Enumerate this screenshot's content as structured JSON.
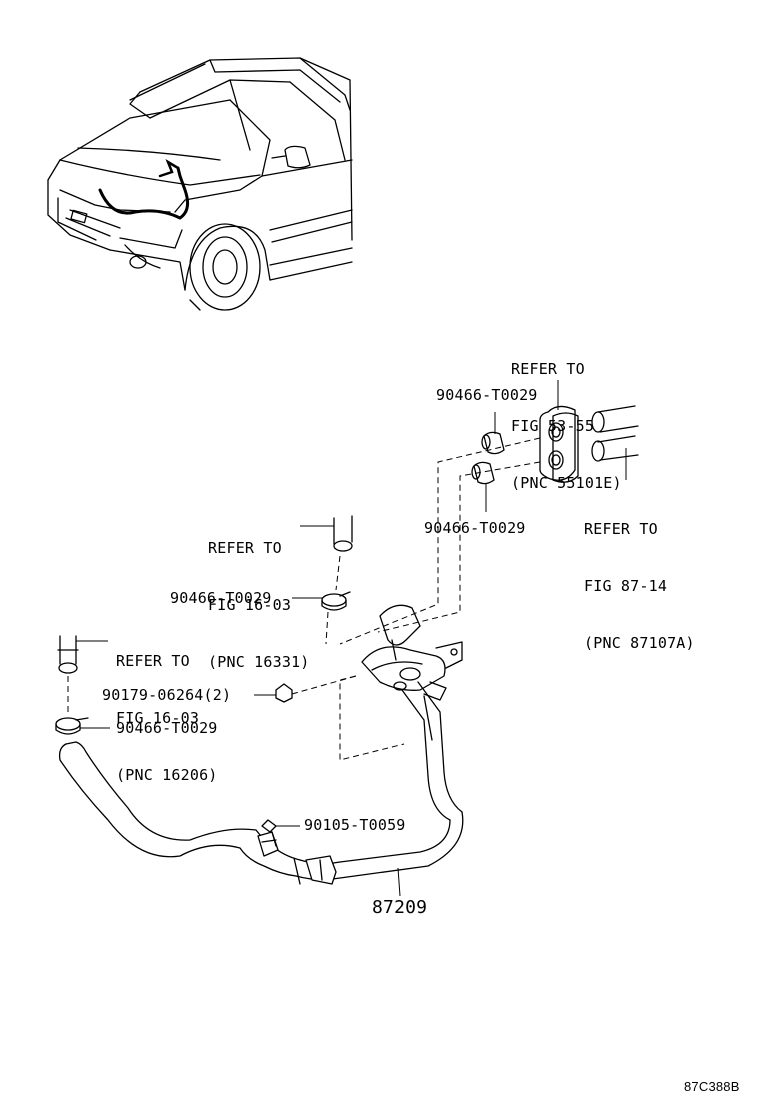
{
  "figure_id": "87C388B",
  "labels": {
    "refer_55101e": [
      "REFER TO",
      "FIG 53-55",
      "(PNC 55101E)"
    ],
    "clamp_top_upper": "90466-T0029",
    "clamp_top_lower": "90466-T0029",
    "refer_87107a": [
      "REFER TO",
      "FIG 87-14",
      "(PNC 87107A)"
    ],
    "refer_16331": [
      "REFER TO",
      "FIG 16-03",
      "(PNC 16331)"
    ],
    "clamp_mid": "90466-T0029",
    "refer_16206": [
      "REFER TO",
      "FIG 16-03",
      "(PNC 16206)"
    ],
    "nut": "90179-06264(2)",
    "clamp_left": "90466-T0029",
    "bolt": "90105-T0059",
    "hose_assy": "87209"
  }
}
